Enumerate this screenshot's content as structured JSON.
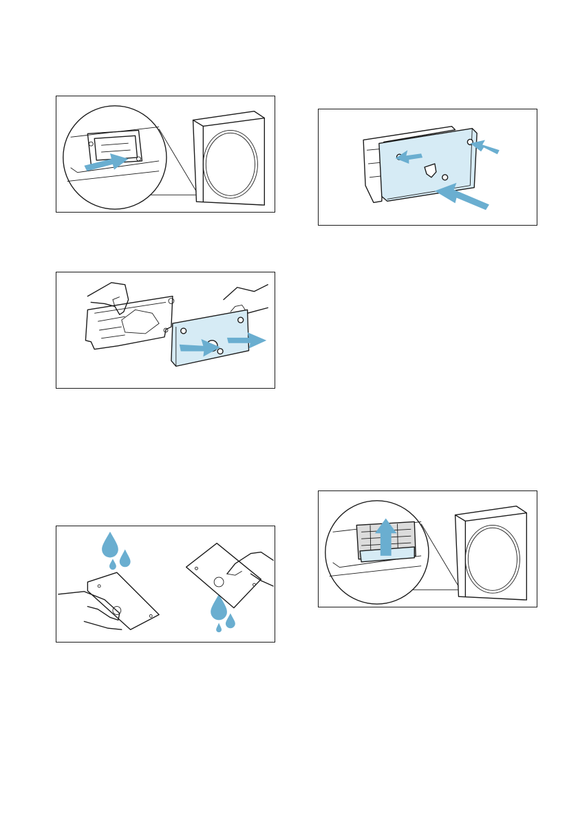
{
  "page": {
    "background": "#ffffff",
    "accent": "#6aaed0",
    "panel_fill": "#d6ebf5",
    "line_color": "#1a1a1a"
  },
  "illustrations": [
    {
      "id": "remove-drain-cover",
      "icons": [
        "dryer-icon",
        "magnifier-circle-icon",
        "arrow-pull-icon"
      ]
    },
    {
      "id": "reinsert-filter",
      "icons": [
        "filter-frame-icon",
        "filter-panel-icon",
        "arrow-push-icon"
      ]
    },
    {
      "id": "separate-filter",
      "icons": [
        "hand-icon",
        "filter-frame-icon",
        "filter-panel-icon",
        "arrow-pull-icon"
      ]
    },
    {
      "id": "rinse-filter",
      "icons": [
        "water-drop-icon",
        "hand-icon",
        "filter-panel-icon"
      ]
    },
    {
      "id": "insert-into-dryer",
      "icons": [
        "dryer-icon",
        "magnifier-circle-icon",
        "arrow-up-icon"
      ]
    }
  ]
}
